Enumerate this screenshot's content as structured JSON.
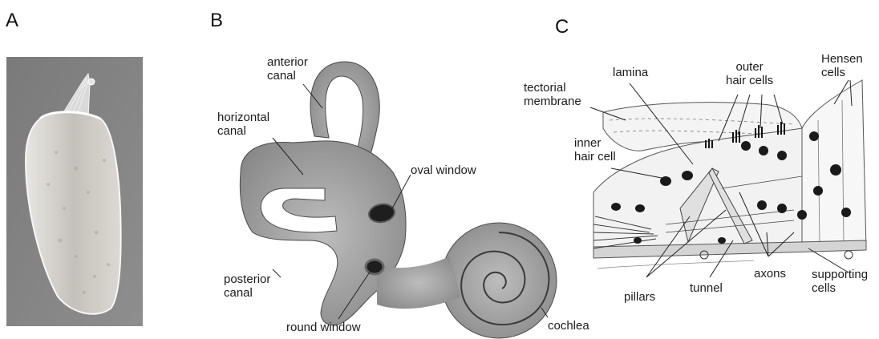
{
  "panels": {
    "a": {
      "letter": "A"
    },
    "b": {
      "letter": "B",
      "labels": {
        "anterior_canal": [
          "anterior",
          "canal"
        ],
        "horizontal_canal": [
          "horizontal",
          "canal"
        ],
        "oval_window": "oval window",
        "posterior_canal": [
          "posterior",
          "canal"
        ],
        "round_window": "round window",
        "cochlea": "cochlea"
      }
    },
    "c": {
      "letter": "C",
      "labels": {
        "tectorial_membrane": [
          "tectorial",
          "membrane"
        ],
        "lamina": "lamina",
        "outer_hair_cells": [
          "outer",
          "hair cells"
        ],
        "hensen_cells": [
          "Hensen",
          "cells"
        ],
        "inner_hair_cell": [
          "inner",
          "hair cell"
        ],
        "pillars": "pillars",
        "tunnel": "tunnel",
        "axons": "axons",
        "supporting_cells": [
          "supporting",
          "cells"
        ]
      }
    }
  }
}
